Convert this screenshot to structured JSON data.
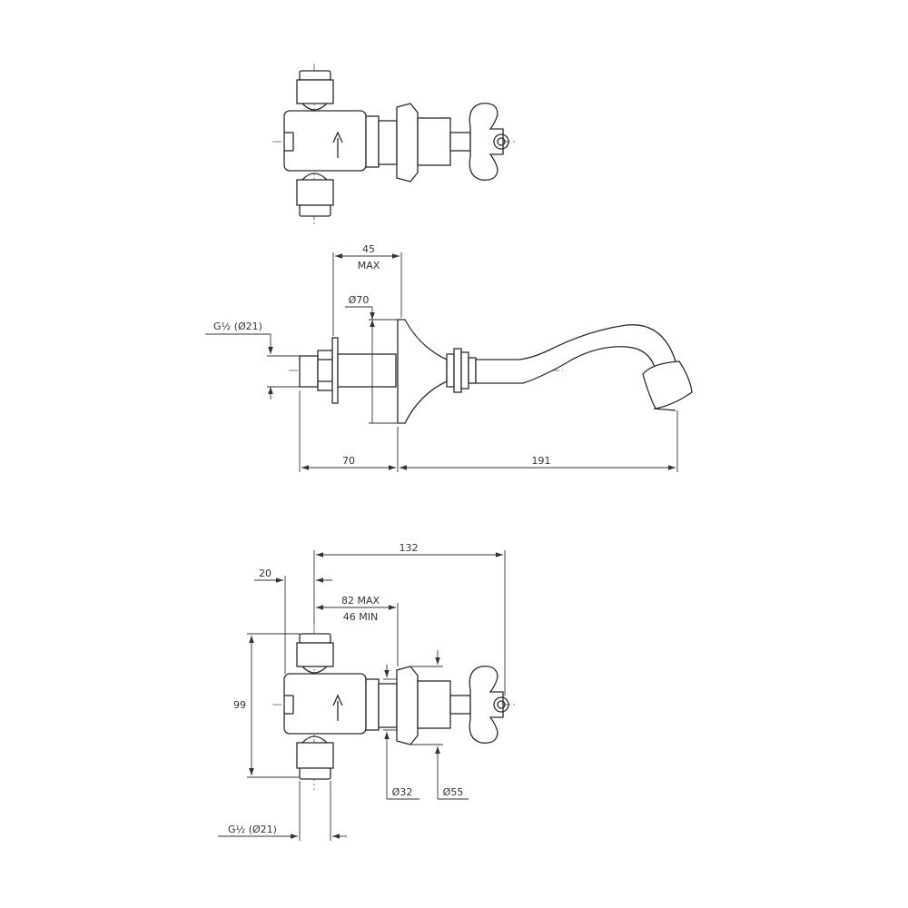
{
  "labels": {
    "side_depth": "45",
    "side_depth_note": "MAX",
    "side_flange_dia": "Ø70",
    "side_thread": "G½ (Ø21)",
    "side_body_len": "70",
    "side_spout_len": "191",
    "front_total": "132",
    "front_offset": "20",
    "front_adjust_max": "82 MAX",
    "front_adjust_min": "46 MIN",
    "front_height": "99",
    "front_dia_small": "Ø32",
    "front_dia_large": "Ø55",
    "front_thread": "G½ (Ø21)"
  }
}
